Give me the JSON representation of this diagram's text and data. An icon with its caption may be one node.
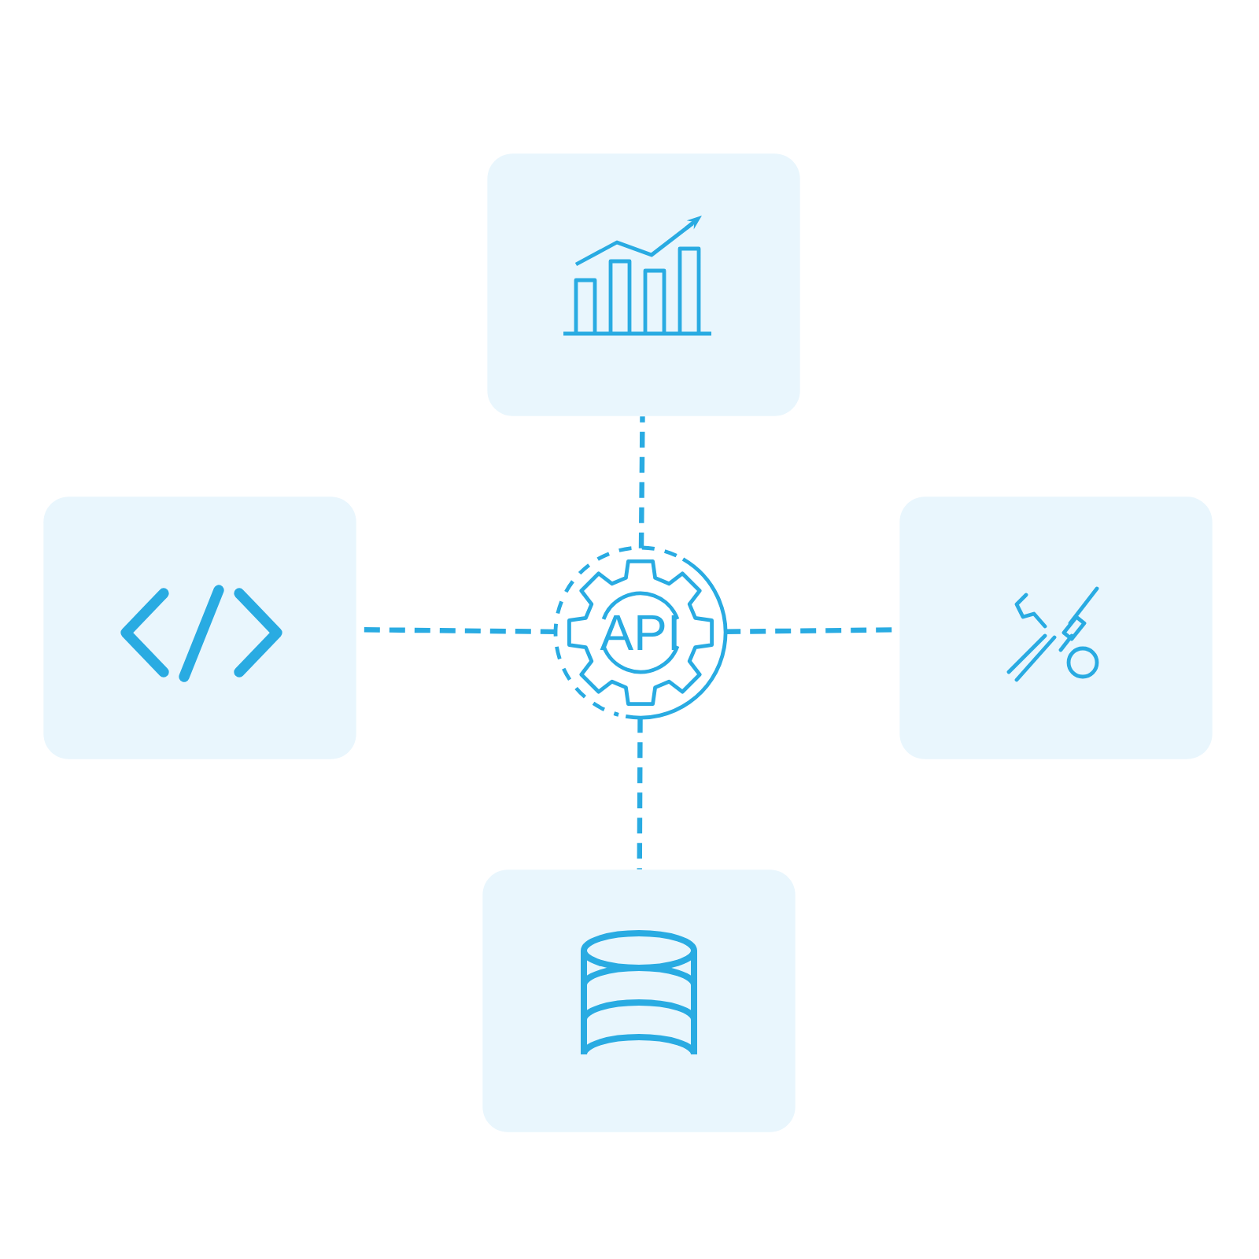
{
  "diagram": {
    "nodes": [
      {
        "text": [],
        "shape": "box"
      },
      {
        "text": [],
        "shape": "box"
      },
      {
        "text": [
          "API"
        ]
      },
      {
        "text": [],
        "shape": "box"
      },
      {
        "text": [],
        "shape": "box"
      }
    ],
    "edges": [
      {
        "from": 2,
        "to": 0,
        "arrow": "none",
        "style": "dashed"
      },
      {
        "from": 2,
        "to": 1,
        "arrow": "none",
        "style": "dashed"
      },
      {
        "from": 2,
        "to": 3,
        "arrow": "none",
        "style": "dashed"
      },
      {
        "from": 2,
        "to": 4,
        "arrow": "none",
        "style": "dashed"
      }
    ]
  }
}
